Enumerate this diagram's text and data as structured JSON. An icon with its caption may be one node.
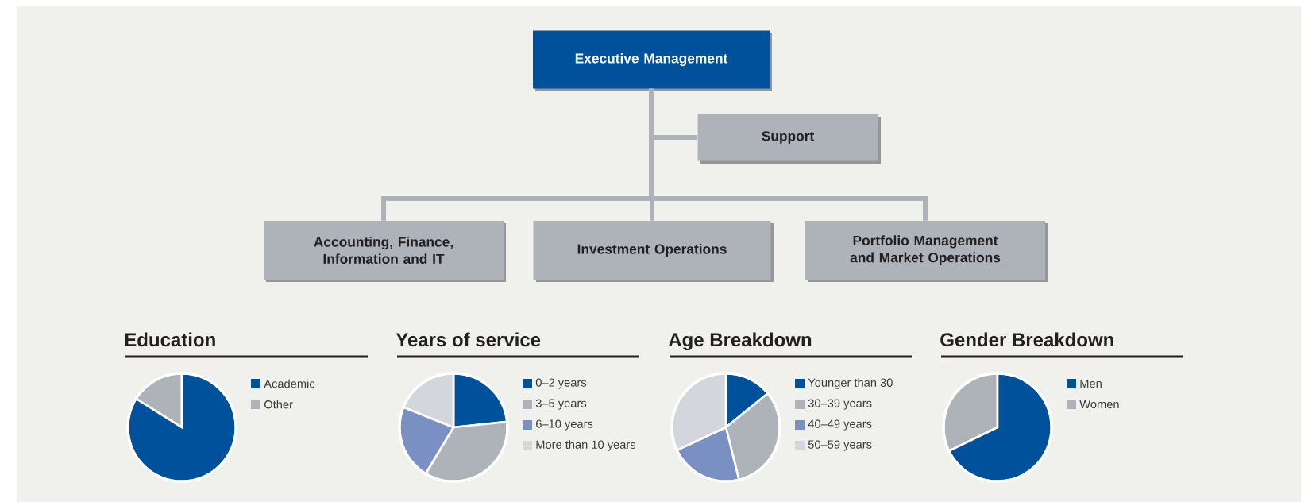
{
  "diagram": {
    "nodes": [
      {
        "text": [
          "Executive Management"
        ]
      },
      {
        "text": [
          "Support"
        ]
      },
      {
        "text": [
          "Accounting, Finance, Information and IT"
        ]
      },
      {
        "text": [
          "Investment Operations"
        ]
      },
      {
        "text": [
          "Portfolio Management and Market Operations"
        ]
      }
    ],
    "edges": [
      {
        "from": 0,
        "to": 1,
        "arrow": "none"
      },
      {
        "from": 0,
        "to": 2,
        "arrow": "none"
      },
      {
        "from": 0,
        "to": 3,
        "arrow": "none"
      },
      {
        "from": 0,
        "to": 4,
        "arrow": "none"
      }
    ],
    "labels": [
      "Education",
      "Years of service",
      "Age Breakdown",
      "Gender Breakdown"
    ],
    "legend": [
      {
        "text": "Academic",
        "color": "#00519b"
      },
      {
        "text": "Other",
        "color": "#adb3b9"
      },
      {
        "text": "0–2 years",
        "color": "#00519b"
      },
      {
        "text": "3–5 years",
        "color": "#adb3b9"
      },
      {
        "text": "6–10 years",
        "color": "#7a8fc2"
      },
      {
        "text": "More than 10 years",
        "color": "#d3d7dd"
      },
      {
        "text": "Younger than 30",
        "color": "#00519b"
      },
      {
        "text": "30–39 years",
        "color": "#adb3b9"
      },
      {
        "text": "40–49 years",
        "color": "#7a8fc2"
      },
      {
        "text": "50–59 years",
        "color": "#d3d7dd"
      },
      {
        "text": "Men",
        "color": "#00519b"
      },
      {
        "text": "Women",
        "color": "#adb3b9"
      }
    ]
  }
}
